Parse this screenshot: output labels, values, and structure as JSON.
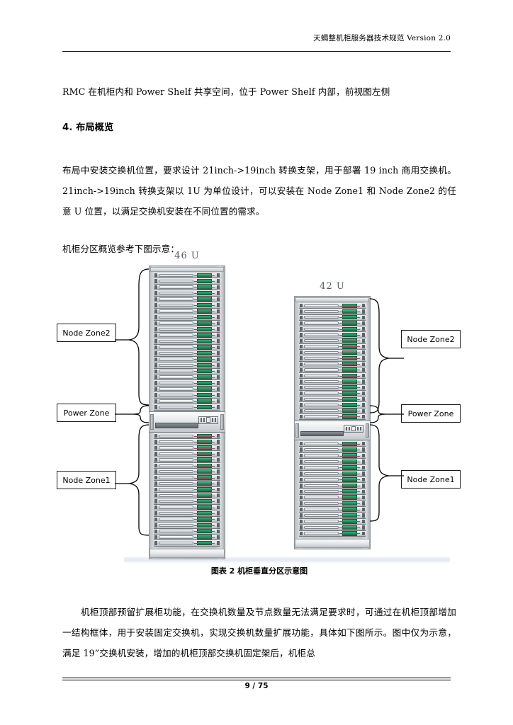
{
  "header": {
    "title": "天蝎整机柜服务器技术规范 Version  2.0"
  },
  "body": {
    "p_rmc": "RMC 在机柜内和 Power Shelf 共享空间，位于 Power Shelf 内部，前视图左侧",
    "heading_section": "4. 布局概览",
    "p_layout": "布局中安装交换机位置，要求设计 21inch->19inch 转换支架，用于部署 19  inch 商用交换机。21inch->19inch 转换支架以 1U 为单位设计，可以安装在 Node Zone1 和 Node Zone2 的任意 U 位置，以满足交换机安装在不同位置的需求。",
    "p_reference": "机柜分区概览参考下图示意：",
    "p_topbox": "机柜顶部预留扩展柜功能，在交换机数量及节点数量无法满足要求时，可通过在机柜顶部增加一结构框体，用于安装固定交换机，实现交换机数量扩展功能，具体如下图所示。图中仅为示意，满足 19”交换机安装，增加的机柜顶部交换机固定架后，机柜总"
  },
  "figure": {
    "caption": "图表  2  机柜垂直分区示意图",
    "racks": [
      {
        "id": "rack-left",
        "height_label": "46  U",
        "zones": [
          {
            "name": "node-zone2",
            "label": "Node Zone2"
          },
          {
            "name": "power-zone",
            "label": "Power Zone"
          },
          {
            "name": "node-zone1",
            "label": "Node Zone1"
          }
        ]
      },
      {
        "id": "rack-right",
        "height_label": "42  U",
        "zones": [
          {
            "name": "node-zone2",
            "label": "Node Zone2"
          },
          {
            "name": "power-zone",
            "label": "Power Zone"
          },
          {
            "name": "node-zone1",
            "label": "Node Zone1"
          }
        ]
      }
    ],
    "labels_left": [
      "Node Zone2",
      "Power Zone",
      "Node Zone1"
    ],
    "labels_right": [
      "Node Zone2",
      "Power Zone",
      "Node Zone1"
    ],
    "colors": {
      "module_green": "#2f8a58",
      "rack_frame": "#bfc3c7",
      "rail_dark": "#5d646a",
      "ground_band": "#e4ebf4"
    }
  },
  "footer": {
    "page_number": "9 / 75"
  }
}
